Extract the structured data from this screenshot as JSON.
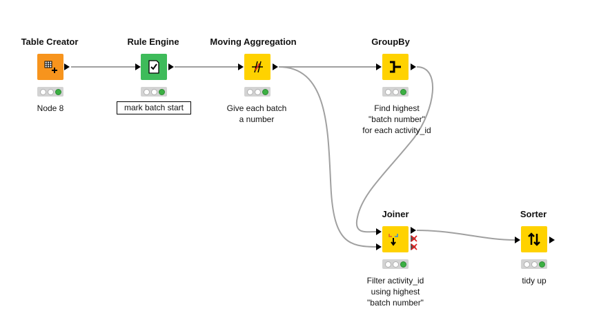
{
  "colors": {
    "source": "#f7941d",
    "manipulator": "#ffd200",
    "rule": "#3ebb5a",
    "connection": "#a0a0a0"
  },
  "nodes": [
    {
      "id": "table-creator",
      "title": "Table Creator",
      "icon": "table-creator-icon",
      "desc": [
        "Node 8"
      ],
      "boxed": false
    },
    {
      "id": "rule-engine",
      "title": "Rule Engine",
      "icon": "rule-engine-icon",
      "desc": [
        "mark batch start"
      ],
      "boxed": true
    },
    {
      "id": "moving-aggregation",
      "title": "Moving Aggregation",
      "icon": "moving-aggregation-icon",
      "desc": [
        "Give each batch",
        "a number"
      ],
      "boxed": false
    },
    {
      "id": "groupby",
      "title": "GroupBy",
      "icon": "groupby-icon",
      "desc": [
        "Find highest",
        "\"batch number\"",
        "for each activity_id"
      ],
      "boxed": false
    },
    {
      "id": "joiner",
      "title": "Joiner",
      "icon": "joiner-icon",
      "desc": [
        "Filter activity_id",
        "using highest",
        "\"batch number\""
      ],
      "boxed": false
    },
    {
      "id": "sorter",
      "title": "Sorter",
      "icon": "sorter-icon",
      "desc": [
        "tidy up"
      ],
      "boxed": false
    }
  ]
}
